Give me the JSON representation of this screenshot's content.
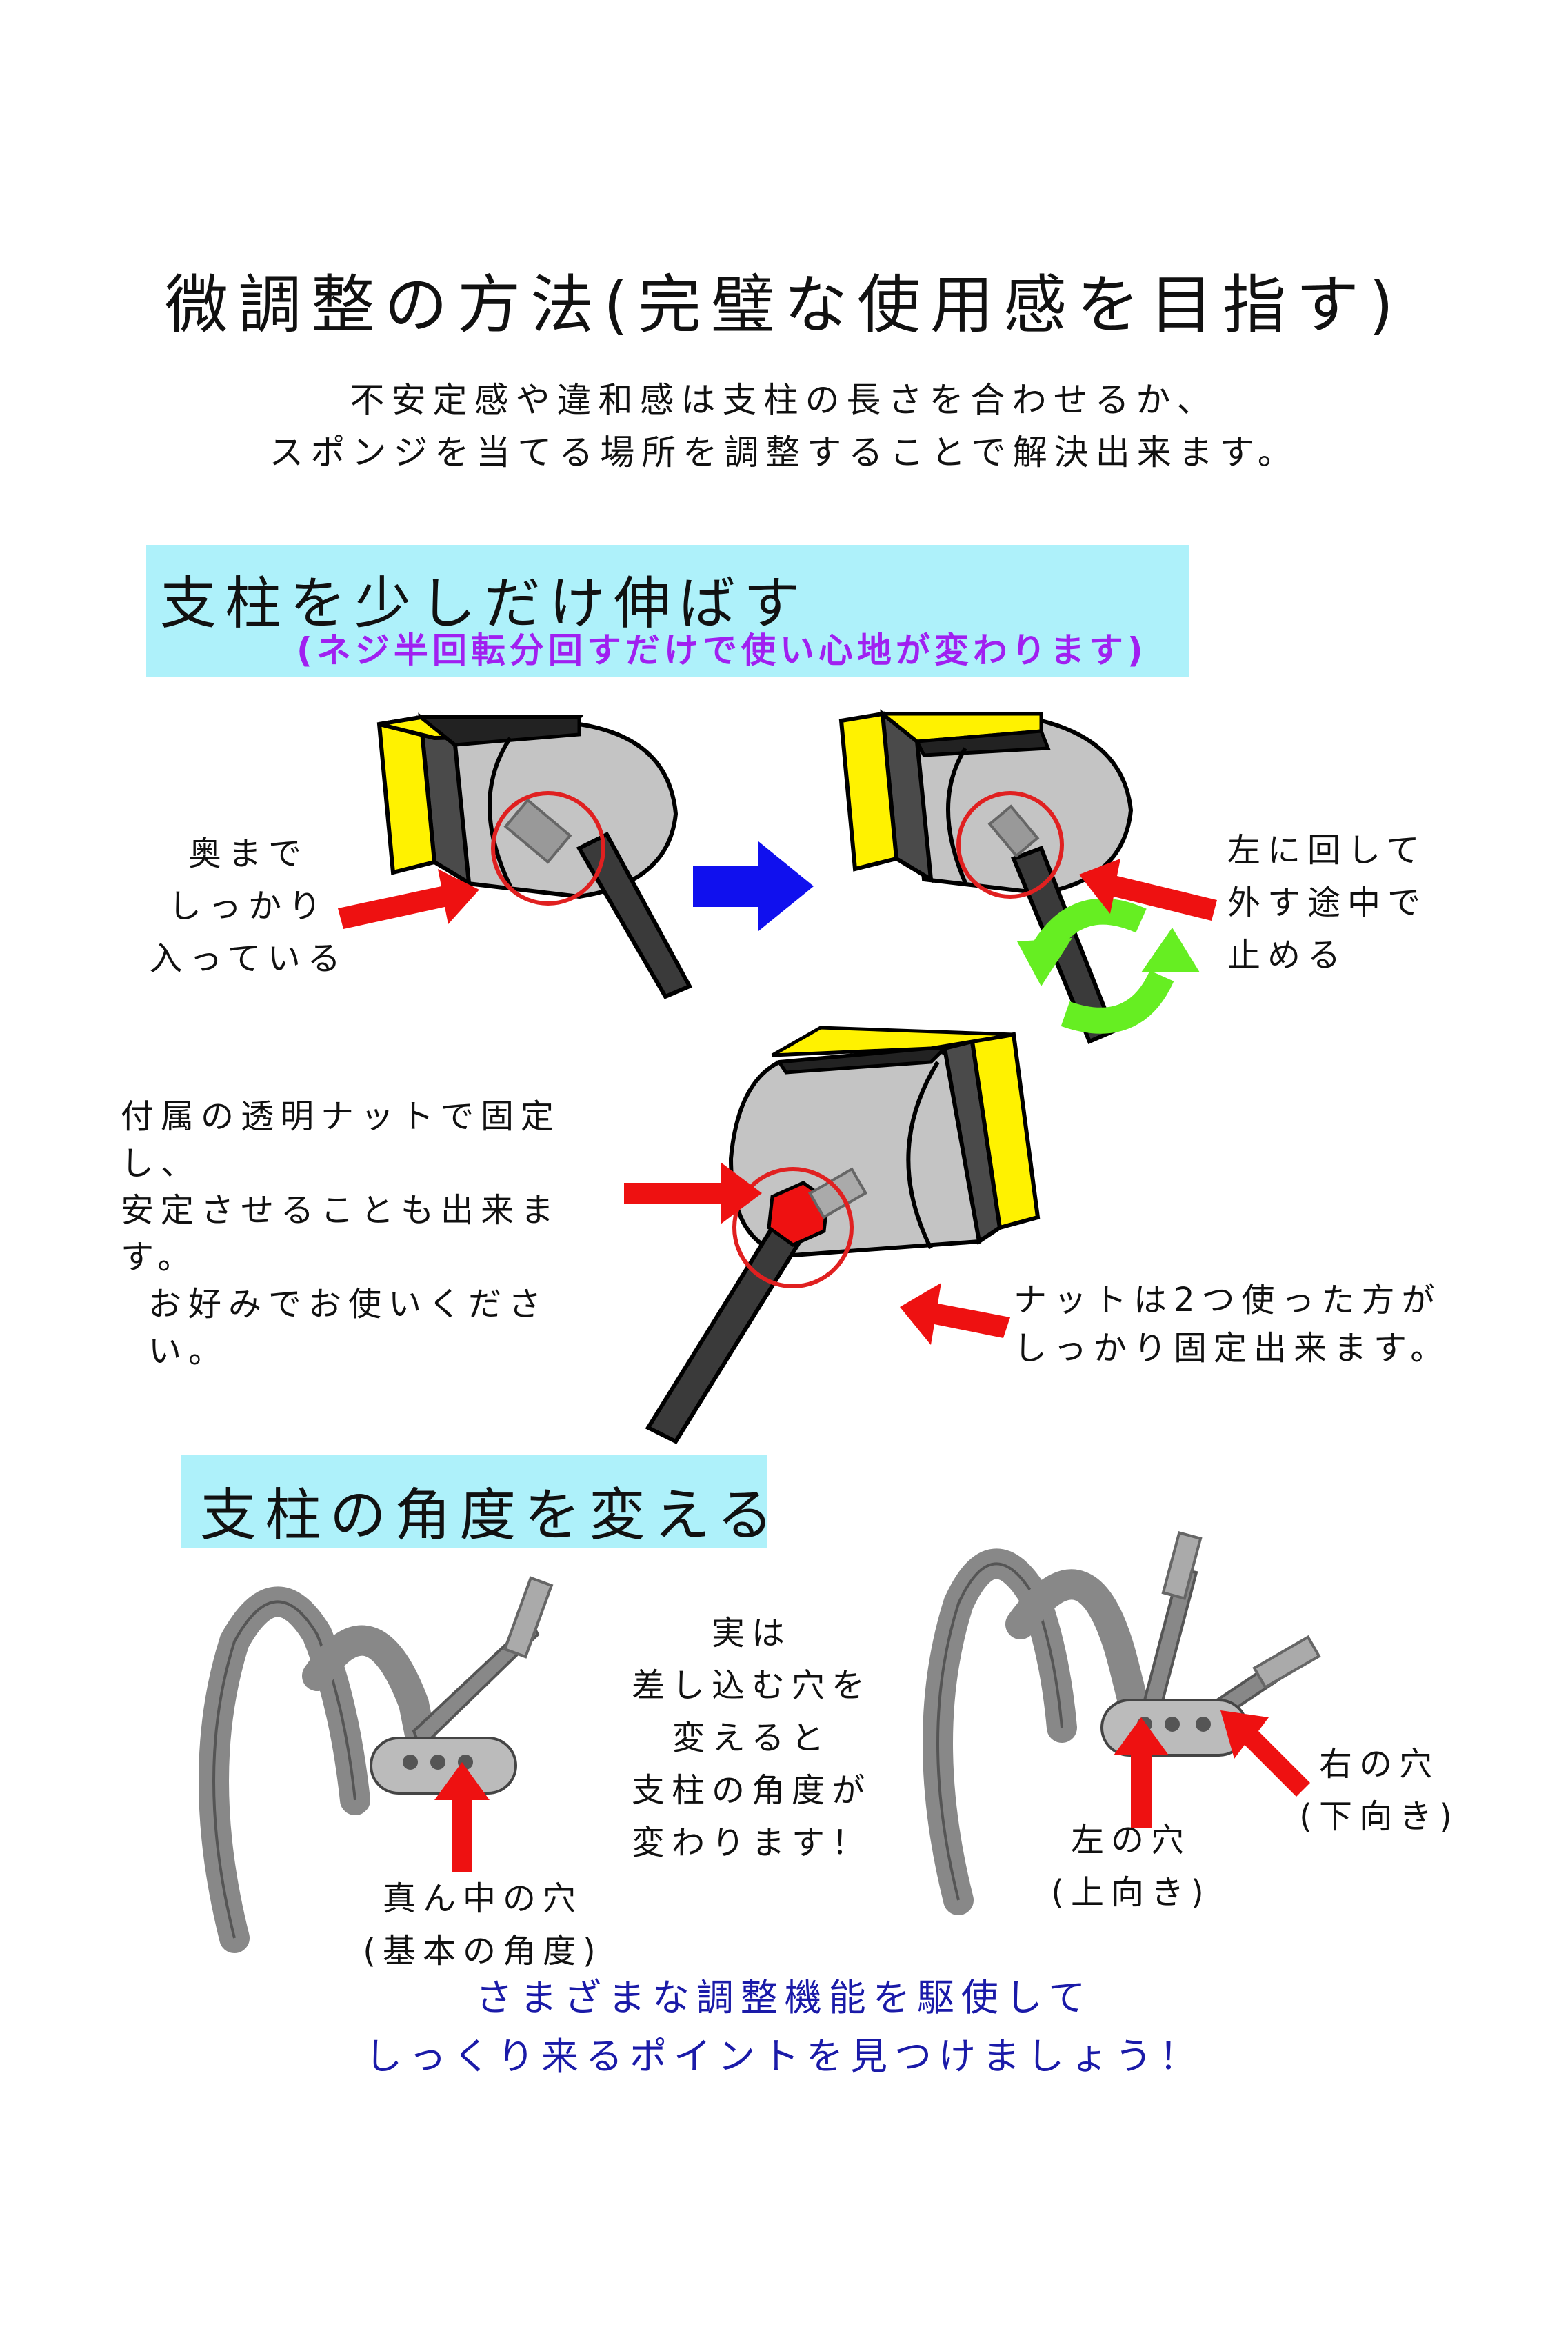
{
  "title": "微調整の方法(完璧な使用感を目指す)",
  "intro": {
    "line1": "不安定感や違和感は支柱の長さを合わせるか、",
    "line2": "スポンジを当てる場所を調整することで解決出来ます。"
  },
  "section1": {
    "heading": "支柱を少しだけ伸ばす",
    "subheading": "(ネジ半回転分回すだけで使い心地が変わります)",
    "note_left": [
      "奥まで",
      "しっかり",
      "入っている"
    ],
    "note_right": [
      "左に回して",
      "外す途中で",
      "止める"
    ],
    "note_nut": [
      "付属の透明ナットで固定し、",
      "安定させることも出来ます。",
      "お好みでお使いください。"
    ],
    "note_nut2": [
      "ナットは2つ使った方が",
      "しっかり固定出来ます。"
    ]
  },
  "section2": {
    "heading": "支柱の角度を変える",
    "note_center": [
      "実は",
      "差し込む穴を",
      "変えると",
      "支柱の角度が",
      "変わります！"
    ],
    "label_middle": [
      "真ん中の穴",
      "(基本の角度)"
    ],
    "label_left": [
      "左の穴",
      "(上向き)"
    ],
    "label_right": [
      "右の穴",
      "(下向き)"
    ]
  },
  "closing": {
    "line1": "さまざまな調整機能を駆使して",
    "line2": "しっくり来るポイントを見つけましょう！"
  },
  "colors": {
    "band": "#aef1fa",
    "subheading": "#a020f0",
    "closing": "#1a1aa8",
    "arrow_red": "#ee1111",
    "arrow_blue": "#1010ee",
    "rotate_green": "#66ee22",
    "pad_yellow": "#fff200",
    "body_gray": "#c4c4c4",
    "rod_black": "#3a3a3a"
  }
}
